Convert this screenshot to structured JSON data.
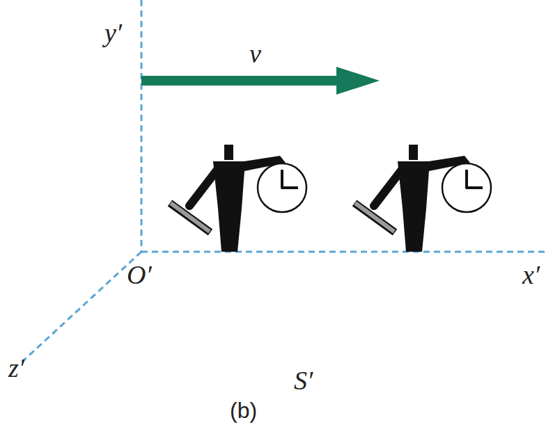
{
  "diagram": {
    "labels": [
      "y′",
      "v",
      "O′",
      "x′",
      "z′",
      "S′",
      "(b)"
    ]
  }
}
